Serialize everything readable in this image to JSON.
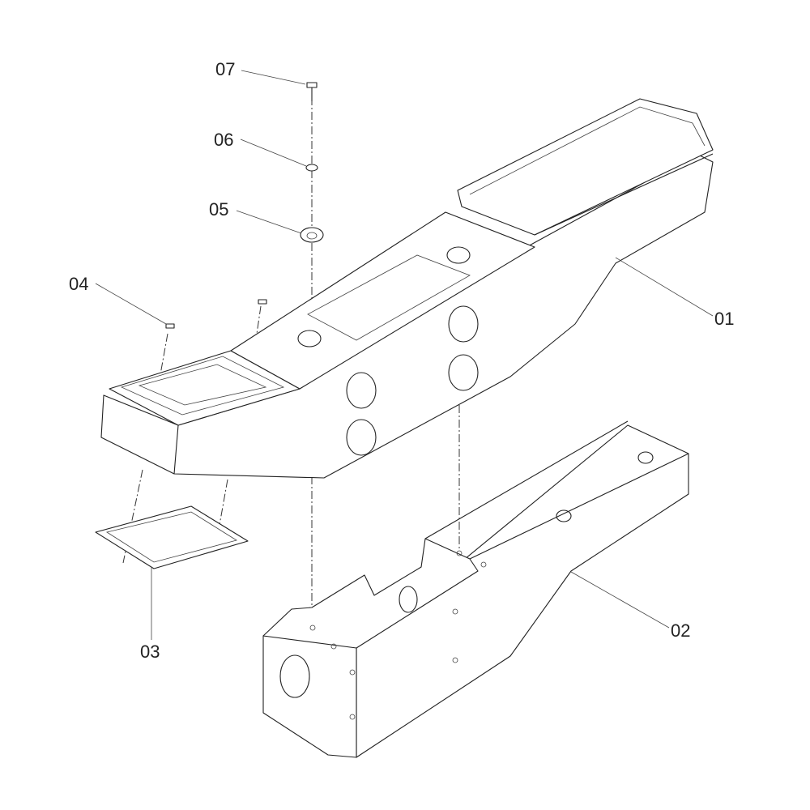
{
  "callouts": [
    {
      "id": "01"
    },
    {
      "id": "02"
    },
    {
      "id": "03"
    },
    {
      "id": "04"
    },
    {
      "id": "05"
    },
    {
      "id": "06"
    },
    {
      "id": "07"
    }
  ]
}
